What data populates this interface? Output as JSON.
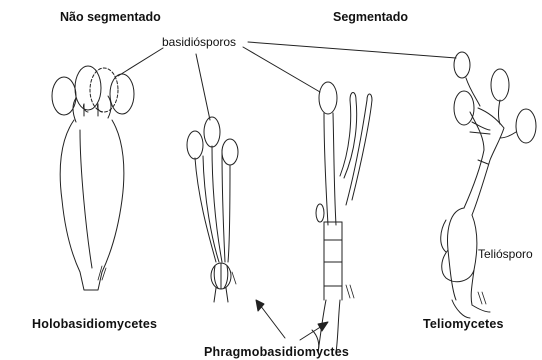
{
  "headers": {
    "left": "Não segmentado",
    "right": "Segmentado"
  },
  "annotations": {
    "spores": "basidiósporos",
    "teliospore": "Teliósporo"
  },
  "groups": {
    "left": "Holobasidiomycetes",
    "middle": "Phragmobasidiomyctes",
    "right": "Teliomycetes"
  },
  "colors": {
    "ink": "#222222",
    "background": "#ffffff"
  }
}
